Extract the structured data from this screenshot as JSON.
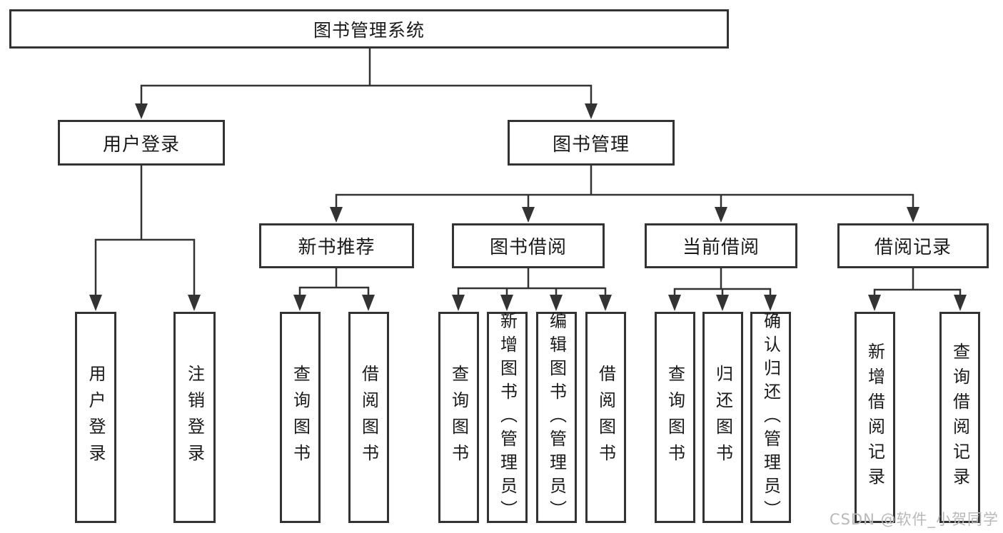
{
  "tree": {
    "label": "图书管理系统",
    "children": [
      {
        "label": "用户登录",
        "children": [
          {
            "label": "用户登录"
          },
          {
            "label": "注销登录"
          }
        ]
      },
      {
        "label": "图书管理",
        "children": [
          {
            "label": "新书推荐",
            "children": [
              {
                "label": "查询图书"
              },
              {
                "label": "借阅图书"
              }
            ]
          },
          {
            "label": "图书借阅",
            "children": [
              {
                "label": "查询图书"
              },
              {
                "label": "新增图书（管理员）"
              },
              {
                "label": "编辑图书（管理员）"
              },
              {
                "label": "借阅图书"
              }
            ]
          },
          {
            "label": "当前借阅",
            "children": [
              {
                "label": "查询图书"
              },
              {
                "label": "归还图书"
              },
              {
                "label": "确认归还（管理员）"
              }
            ]
          },
          {
            "label": "借阅记录",
            "children": [
              {
                "label": "新增借阅记录"
              },
              {
                "label": "查询借阅记录"
              }
            ]
          }
        ]
      }
    ]
  },
  "watermark": {
    "text": "CSDN @软件_小贺同学"
  },
  "colors": {
    "line": "#333333",
    "text": "#1a1a1a",
    "box_background": "#ffffff",
    "watermark": "#b9b9b9",
    "background": "#ffffff"
  }
}
